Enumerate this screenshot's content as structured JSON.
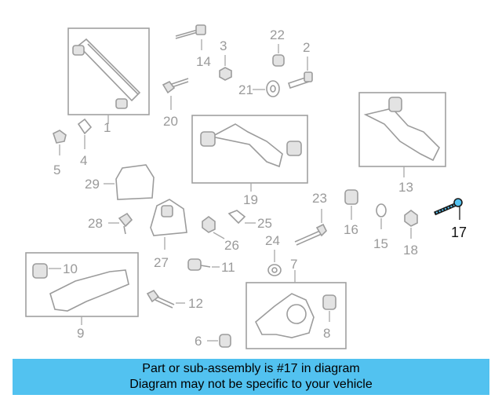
{
  "diagram": {
    "highlighted_part": "17",
    "highlight_color": "#52c2f0",
    "callouts": [
      "1",
      "2",
      "3",
      "4",
      "5",
      "6",
      "7",
      "8",
      "9",
      "10",
      "11",
      "12",
      "13",
      "14",
      "15",
      "16",
      "17",
      "18",
      "19",
      "20",
      "21",
      "22",
      "23",
      "24",
      "25",
      "26",
      "27",
      "28",
      "29"
    ]
  },
  "banner": {
    "line1": "Part or sub-assembly is #17 in diagram",
    "line2": "Diagram may not be specific to your vehicle",
    "background": "#52c2f0"
  }
}
